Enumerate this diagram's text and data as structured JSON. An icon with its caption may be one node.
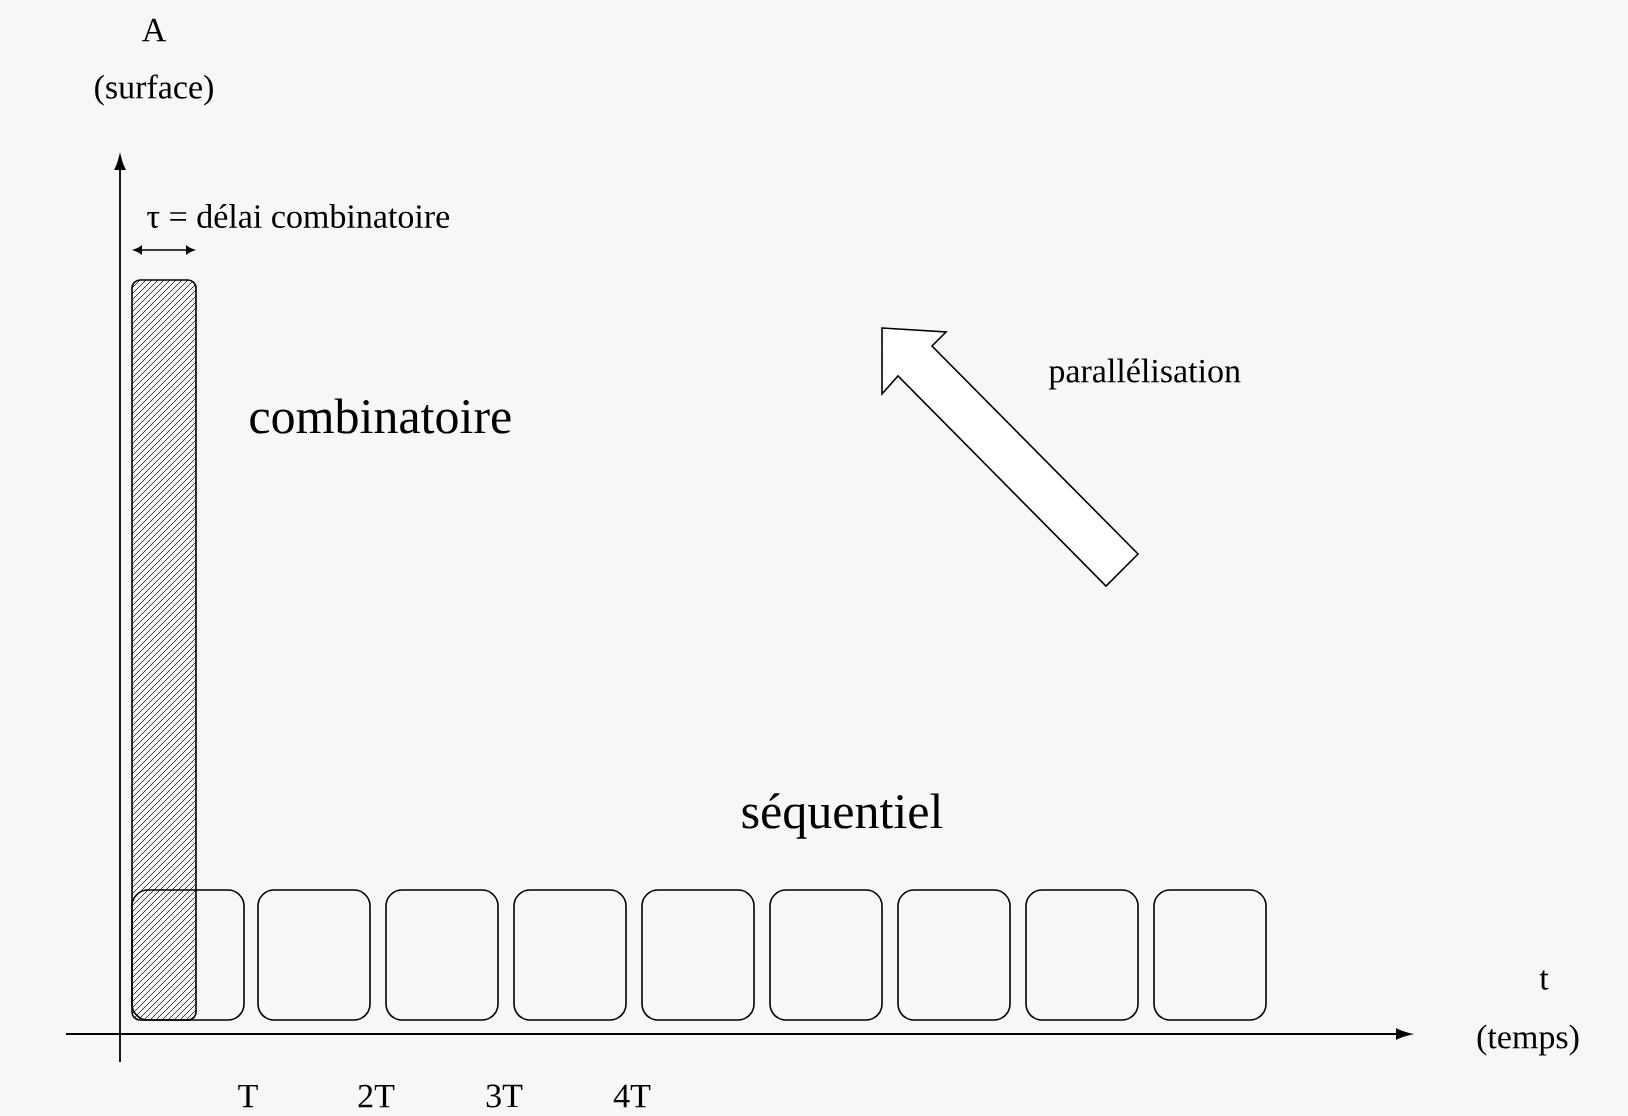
{
  "diagram": {
    "nodes": [
      {
        "text": [],
        "shape": "bar"
      },
      {
        "text": [],
        "shape": "box"
      },
      {
        "text": [],
        "shape": "box"
      },
      {
        "text": [],
        "shape": "box"
      },
      {
        "text": [],
        "shape": "box"
      },
      {
        "text": [],
        "shape": "box"
      },
      {
        "text": [],
        "shape": "box"
      },
      {
        "text": [],
        "shape": "box"
      },
      {
        "text": [],
        "shape": "box"
      },
      {
        "text": [],
        "shape": "box"
      }
    ],
    "labels": [
      "A",
      "(surface)",
      "τ = délai combinatoire",
      "combinatoire",
      "parallélisation",
      "séquentiel",
      "t",
      "(temps)",
      "T",
      "2T",
      "3T",
      "4T"
    ]
  }
}
